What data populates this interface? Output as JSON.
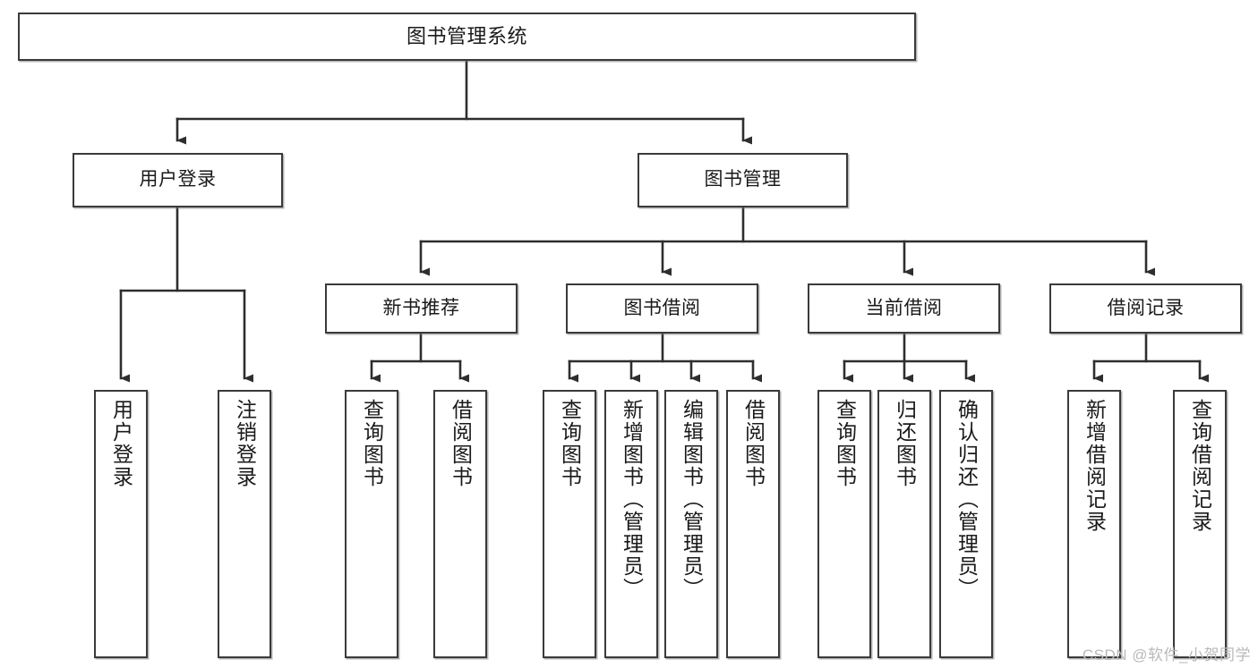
{
  "diagram": {
    "title": "图书管理系统",
    "type": "tree-hierarchy-diagram",
    "colors": {
      "box_border": "#3a3a3a",
      "box_fill": "#ffffff",
      "connector": "#2e2e2e",
      "text": "#1a1a1a",
      "watermark": "#b9b9b9",
      "background": "#ffffff"
    },
    "nodes": {
      "root": {
        "label": "图书管理系统"
      },
      "level2": [
        {
          "label": "用户登录"
        },
        {
          "label": "图书管理"
        }
      ],
      "level3": [
        {
          "label": "新书推荐"
        },
        {
          "label": "图书借阅"
        },
        {
          "label": "当前借阅"
        },
        {
          "label": "借阅记录"
        }
      ],
      "leaves": {
        "user_login": [
          {
            "label": "用户登录"
          },
          {
            "label": "注销登录"
          }
        ],
        "new_book_recommend": [
          {
            "label": "查询图书"
          },
          {
            "label": "借阅图书"
          }
        ],
        "book_borrow": [
          {
            "label": "查询图书"
          },
          {
            "label": "新增图书（管理员）"
          },
          {
            "label": "编辑图书（管理员）"
          },
          {
            "label": "借阅图书"
          }
        ],
        "current_borrow": [
          {
            "label": "查询图书"
          },
          {
            "label": "归还图书"
          },
          {
            "label": "确认归还（管理员）"
          }
        ],
        "borrow_record": [
          {
            "label": "新增借阅记录"
          },
          {
            "label": "查询借阅记录"
          }
        ]
      }
    },
    "watermark": "CSDN @软件_小贺同学"
  }
}
